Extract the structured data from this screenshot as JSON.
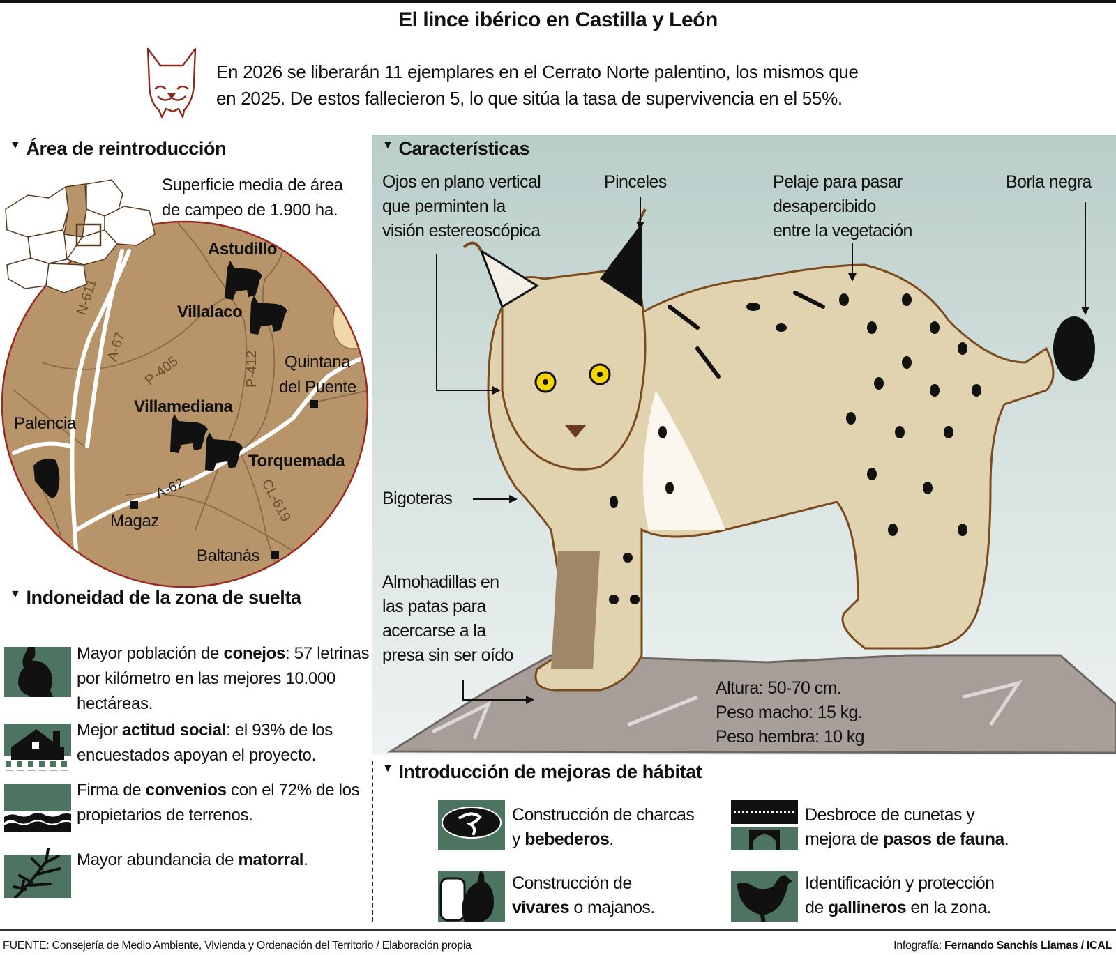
{
  "title": "El lince ibérico en Castilla y León",
  "intro": {
    "line1": "En 2026 se liberarán 11 ejemplares en el Cerrato Norte palentino, los mismos que",
    "line2": "en 2025. De estos fallecieron 5, lo que sitúa la tasa de supervivencia en el 55%.",
    "icon": "lynx-head-icon"
  },
  "colors": {
    "map_fill": "#b8946a",
    "map_border": "#9b2a22",
    "map_light": "#efd9a8",
    "icon_green": "#4d7460",
    "panel_bg": "#c6d7d4",
    "rock": "#a79e9a",
    "lynx_body": "#e2d3b0",
    "logo_red": "#8b2a1e"
  },
  "area": {
    "heading": "Área de reintroducción",
    "note_line1": "Superficie media de área",
    "note_line2": "de campeo de 1.900 ha.",
    "places": {
      "astudillo": "Astudillo",
      "villalaco": "Villalaco",
      "villamediana": "Villamediana",
      "torquemada": "Torquemada",
      "palencia": "Palencia",
      "magaz": "Magaz",
      "baltanas": "Baltanás",
      "quintana_1": "Quintana",
      "quintana_2": "del Puente"
    },
    "roads": {
      "n611": "N-611",
      "a67": "A-67",
      "p405": "P-405",
      "p412": "P-412",
      "a62": "A-62",
      "cl619": "CL-619"
    }
  },
  "indoneidad": {
    "heading": "Indoneidad de la zona de suelta",
    "items": [
      {
        "icon": "rabbit-icon",
        "pre": "Mayor población de ",
        "bold": "conejos",
        "post": ": 57 letrinas por kilómetro en las mejores 10.000 hectáreas."
      },
      {
        "icon": "house-icon",
        "pre": "Mejor ",
        "bold": "actitud social",
        "post": ": el 93% de los encuestados apoyan el proyecto."
      },
      {
        "icon": "field-icon",
        "pre": "Firma de ",
        "bold": "convenios",
        "post": " con el 72% de los propietarios de terrenos."
      },
      {
        "icon": "shrub-icon",
        "pre": "Mayor abundancia de ",
        "bold": "matorral",
        "post": "."
      }
    ]
  },
  "caracteristicas": {
    "heading": "Características",
    "labels": {
      "ojos": [
        "Ojos en plano vertical",
        "que perminten la",
        "visión estereoscópica"
      ],
      "pinceles": "Pinceles",
      "pelaje": [
        "Pelaje para pasar",
        "desapercibido",
        "entre la vegetación"
      ],
      "borla": "Borla negra",
      "bigoteras": "Bigoteras",
      "almohadillas": [
        "Almohadillas en",
        "las patas para",
        "acercarse a la",
        "presa sin ser oído"
      ]
    },
    "stats": {
      "altura": "Altura: 50-70 cm.",
      "peso_macho": "Peso macho: 15 kg.",
      "peso_hembra": "Peso hembra: 10 kg"
    }
  },
  "habitat": {
    "heading": "Introducción de mejoras de hábitat",
    "items": [
      {
        "icon": "pond-icon",
        "line1": "Construcción de charcas",
        "pre2": "y ",
        "bold": "bebederos",
        "post2": "."
      },
      {
        "icon": "wildlife-crossing-icon",
        "line1": "Desbroce de cunetas y",
        "pre2": "mejora de ",
        "bold": "pasos de fauna",
        "post2": "."
      },
      {
        "icon": "warren-icon",
        "line1": "Construcción de",
        "pre2": "",
        "bold": "vivares",
        "post2": " o majanos."
      },
      {
        "icon": "hen-icon",
        "line1": "Identificación y protección",
        "pre2": "de ",
        "bold": "gallineros",
        "post2": " en la zona."
      }
    ]
  },
  "footer": {
    "source": "FUENTE: Consejería de Medio Ambiente, Vivienda y Ordenación del Territorio / Elaboración propia",
    "credit_label": "Infografía: ",
    "credit_name": "Fernando Sanchís Llamas / ICAL"
  }
}
